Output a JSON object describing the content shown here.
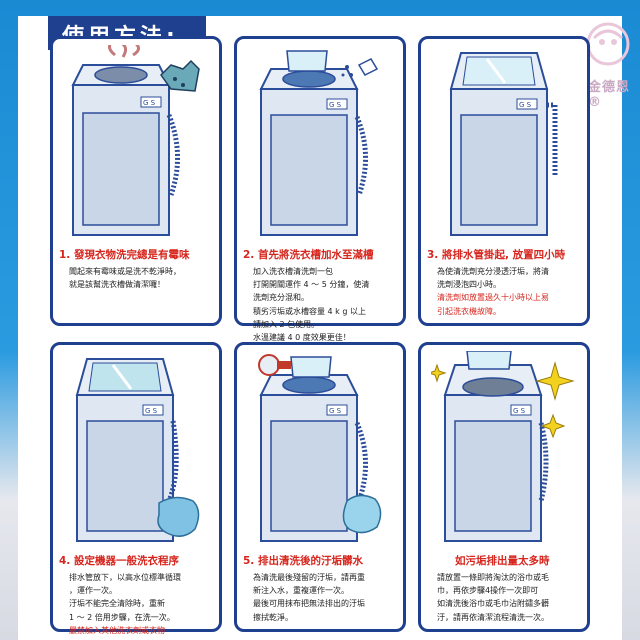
{
  "header": {
    "title": "使用方法:"
  },
  "watermark": {
    "brand": "金德恩®"
  },
  "colors": {
    "frame_border": "#1f3f8f",
    "title_red": "#d7261e",
    "background_blue": "#1a8ad3"
  },
  "steps": [
    {
      "title": "1. 發現衣物洗完總是有霉味",
      "lines": [
        "聞起來有霉味或是洗不乾淨時，",
        "就是該幫洗衣槽做清潔囉！"
      ],
      "warning": ""
    },
    {
      "title": "2. 首先將洗衣槽加水至滿槽",
      "lines": [
        "加入洗衣槽清洗劑一包",
        "打開開關運作 4 ～ 5 分鐘，使清",
        "洗劑充分混和。",
        "積劣污垢或水槽容量 4 k g 以上",
        "請加入 2 包使用。",
        "水溫建議 4 0 度效果更佳！"
      ],
      "warning": ""
    },
    {
      "title": "3. 將排水管掛起, 放置四小時",
      "lines": [
        "為使清洗劑充分浸透汙垢，將清",
        "洗劑浸泡四小時。"
      ],
      "warning": "清洗劑如放置過久十小時以上易引起洗衣機故障。",
      "warning_lines": [
        "清洗劑如放置過久十小時以上易",
        "引起洗衣機故障。"
      ]
    },
    {
      "title": "4. 設定機器一般洗衣程序",
      "lines": [
        "排水管放下，以高水位標準循環",
        "，運作一次。",
        "汙垢不能完全清除時，重新",
        "1 ～ 2 倍用步驟，在洗一次。"
      ],
      "warning": "嚴禁加入其他洗衣劑或衣物"
    },
    {
      "title": "5. 排出清洗後的汙垢髒水",
      "lines": [
        "為清洗最後殘留的汙垢，請再重",
        "新注入水，重複運作一次。",
        "最後可用抹布把無法排出的汙垢",
        "擦拭乾淨。"
      ],
      "warning": ""
    },
    {
      "title": "如污垢排出量太多時",
      "lines": [
        "請放置一條即將淘汰的浴巾或毛",
        "巾，再依步驟4操作一次即可",
        "如清洗後浴巾或毛巾沾附鏽多髒",
        "汙，請再依清潔流程清洗一次。"
      ],
      "warning": ""
    }
  ],
  "machine": {
    "logo_text": "G S"
  }
}
